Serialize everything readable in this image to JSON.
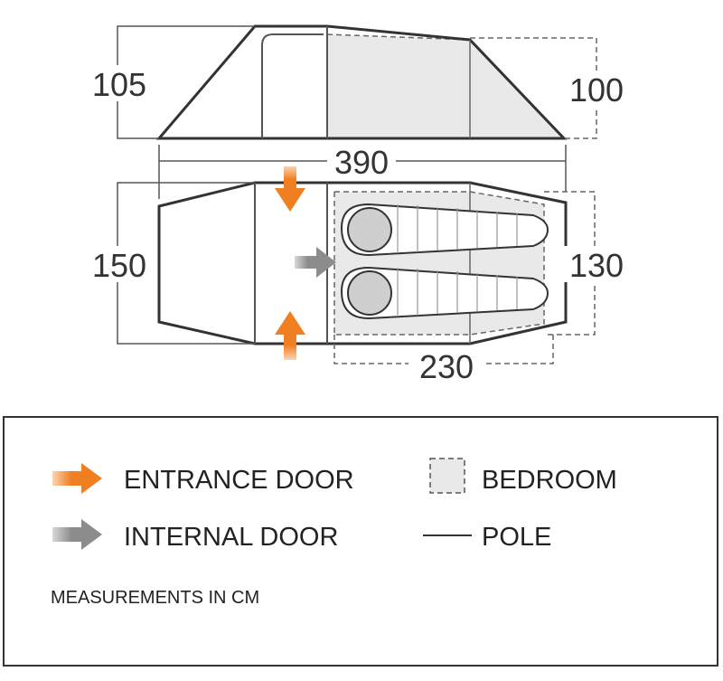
{
  "dimensions": {
    "side_height_left": "105",
    "side_height_right": "100",
    "total_length": "390",
    "floor_width_left": "150",
    "bedroom_width": "130",
    "bedroom_length": "230"
  },
  "legend": {
    "entrance_door": "ENTRANCE DOOR",
    "internal_door": "INTERNAL DOOR",
    "bedroom": "BEDROOM",
    "pole": "POLE",
    "units_note": "MEASUREMENTS IN CM"
  },
  "colors": {
    "outline": "#333333",
    "dimension_line": "#555555",
    "bedroom_fill": "#e9e9e9",
    "entrance_arrow": "#f07f22",
    "internal_arrow": "#8c8c8c",
    "sleeping_bag": "#cfcfcf"
  }
}
